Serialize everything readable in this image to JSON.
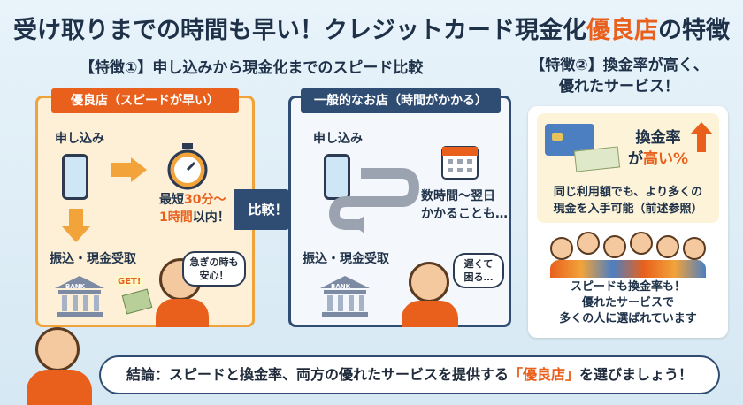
{
  "title": {
    "main": "受け取りまでの時間も早い！クレジットカード現金化",
    "highlight": "優良店",
    "tail": "の特徴"
  },
  "feature1": {
    "heading": "【特徴①】申し込みから現金化までのスピード比較"
  },
  "feature2": {
    "heading_line1": "【特徴②】換金率が高く、",
    "heading_line2": "優れたサービス！"
  },
  "left_panel": {
    "ribbon": "優良店（スピードが早い）",
    "apply": "申し込み",
    "fast_prefix": "最短",
    "fast_highlight1": "30分〜",
    "fast_highlight2": "1時間",
    "fast_suffix": "以内！",
    "receive": "振込・現金受取",
    "bank": "BANK",
    "get": "GET!",
    "bubble": "急ぎの時も安心！"
  },
  "compare_label": "比較！",
  "mid_panel": {
    "ribbon": "一般的なお店（時間がかかる）",
    "apply": "申し込み",
    "slow_line1": "数時間〜翌日",
    "slow_line2": "かかることも…",
    "receive": "振込・現金受取",
    "bank": "BANK",
    "bubble": "遅くて困る…"
  },
  "right_panel": {
    "rate_line1": "換金率",
    "rate_prefix": "が",
    "rate_highlight": "高い%",
    "desc_line1": "同じ利用額でも、より多くの",
    "desc_line2": "現金を入手可能（前述参照）",
    "people_line1": "スピードも換金率も！",
    "people_line2": "優れたサービスで",
    "people_line3": "多くの人に選ばれています"
  },
  "conclusion": {
    "prefix": "結論：スピードと換金率、両方の優れたサービスを提供する",
    "highlight": "「優良店」",
    "suffix": "を選びましょう！"
  },
  "colors": {
    "accent": "#e8601c",
    "navy": "#2f4c73",
    "orange": "#f2a33a"
  }
}
